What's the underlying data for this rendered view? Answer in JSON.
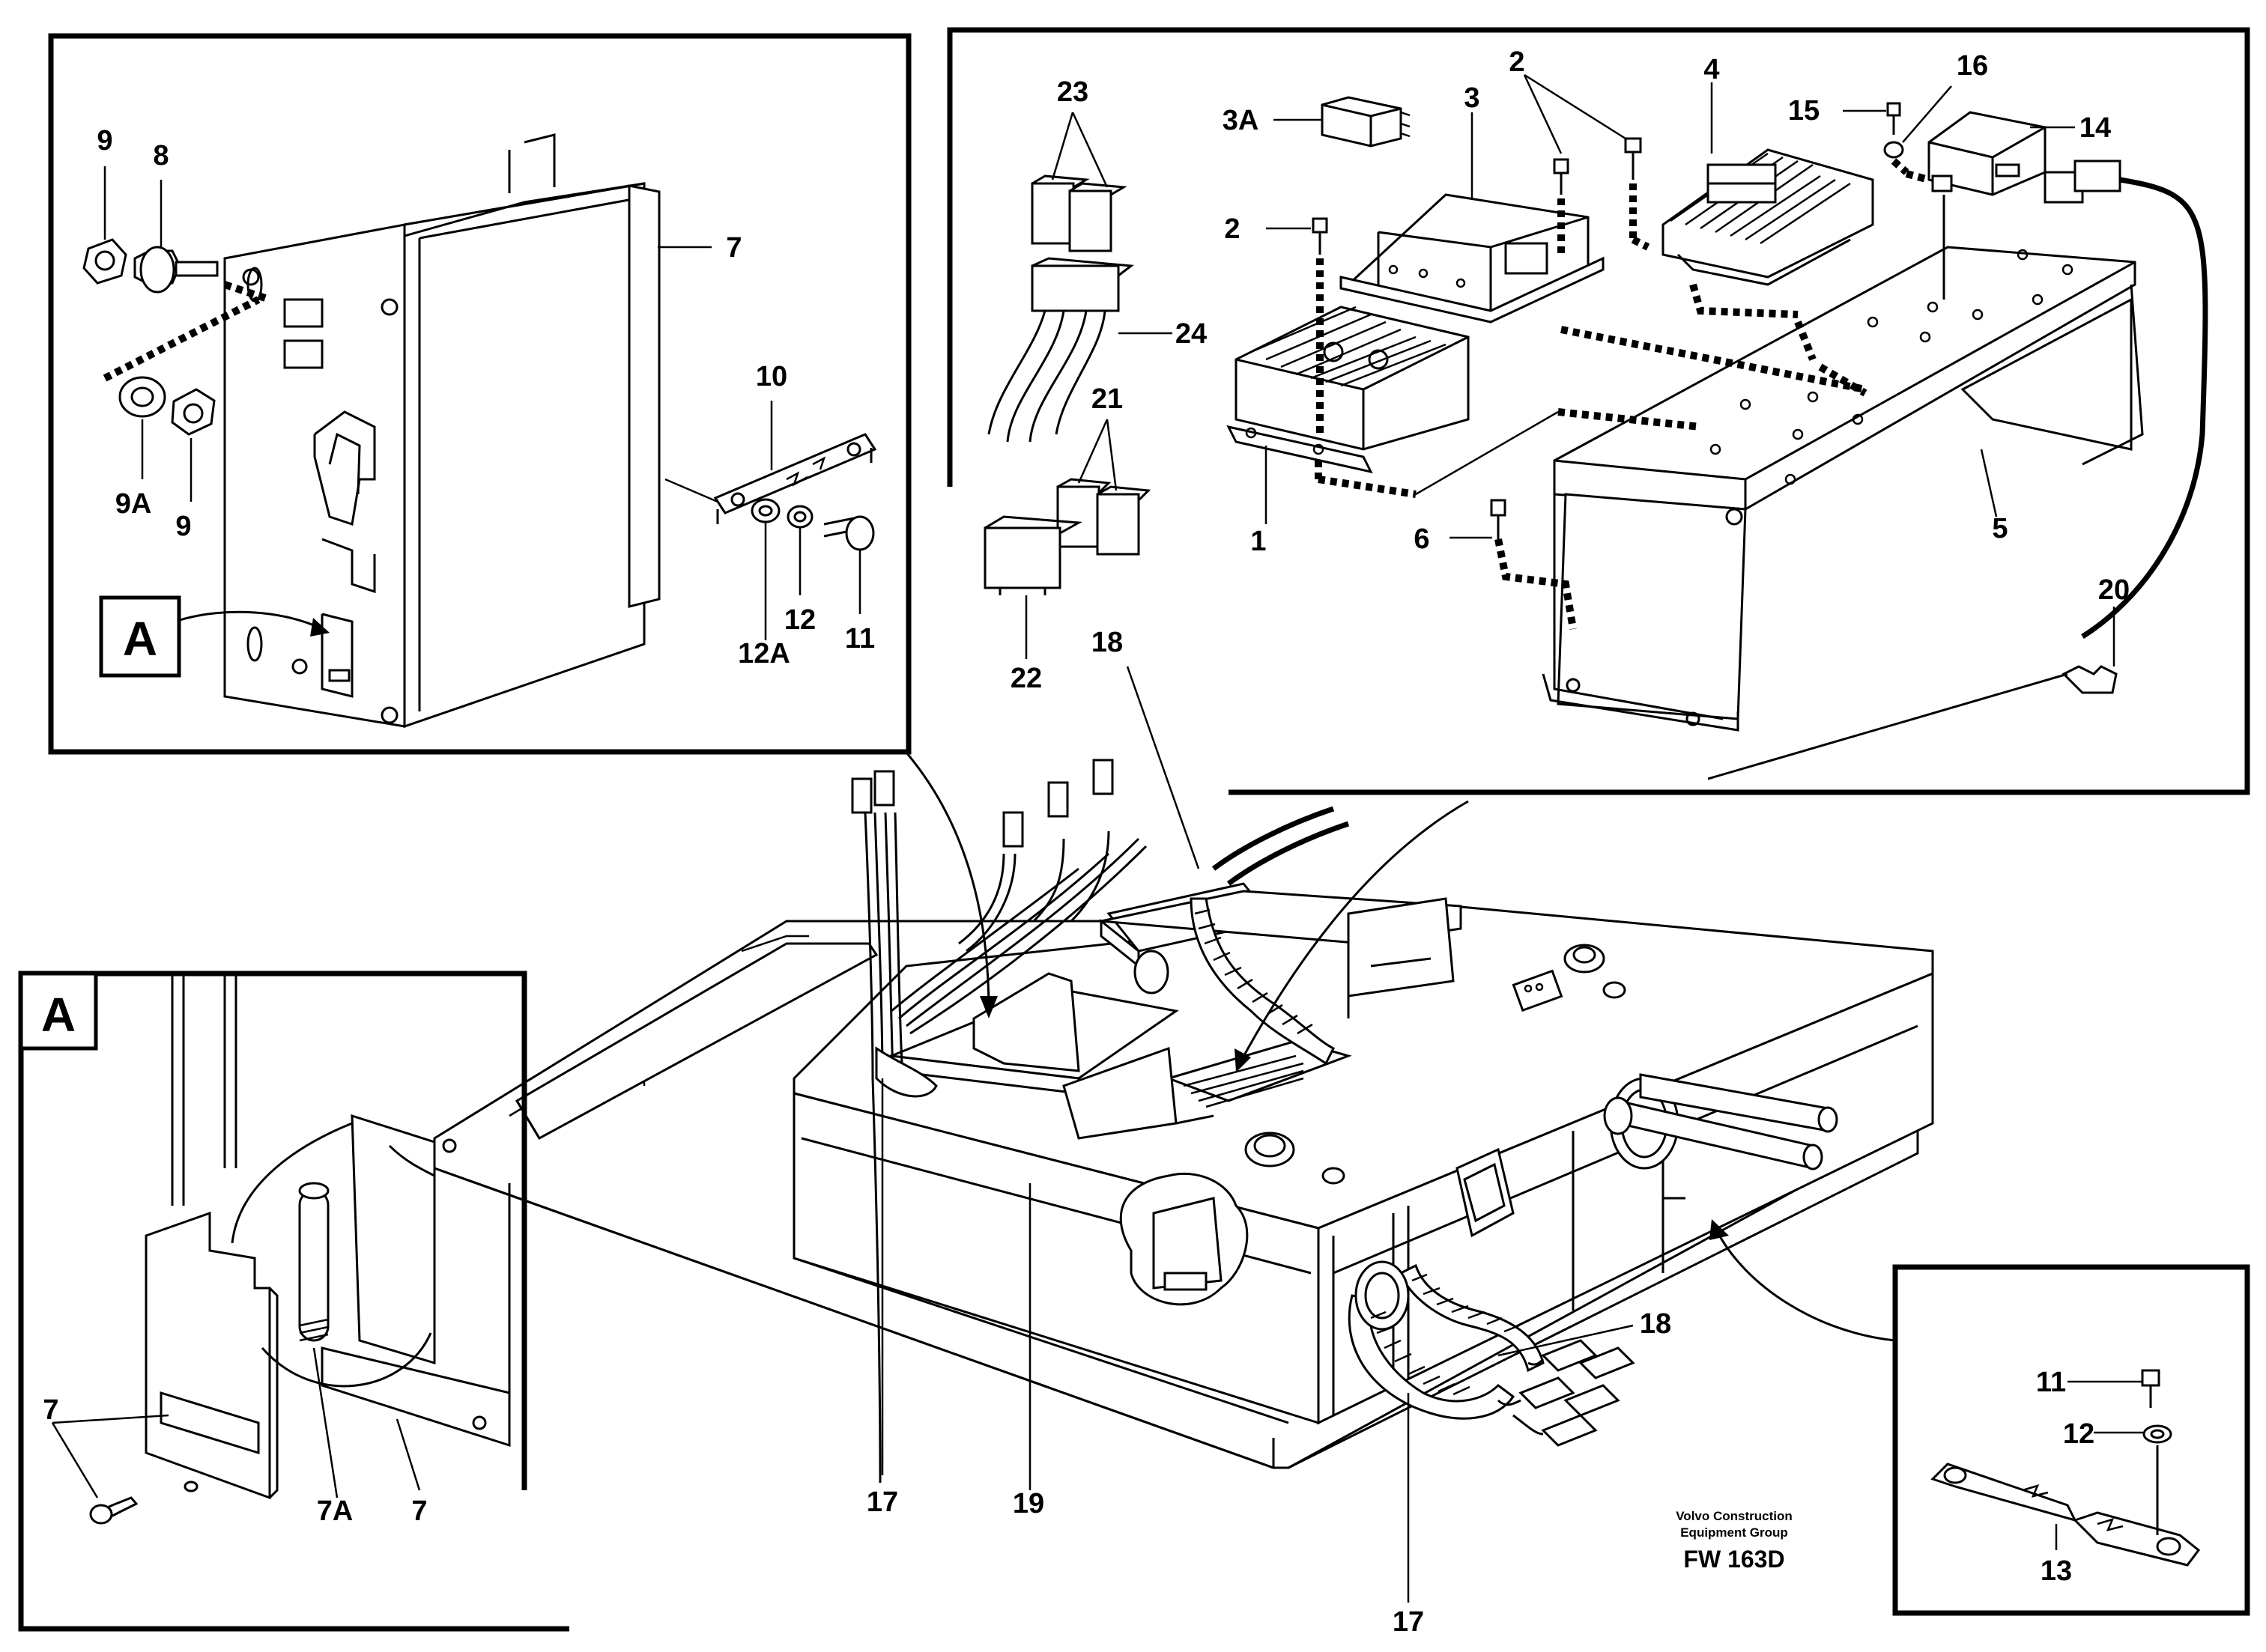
{
  "title_block": {
    "company_line1": "Volvo Construction",
    "company_line2": "Equipment Group",
    "drawing_code": "FW 163D"
  },
  "detail_refs": {
    "detail_a_marker": "A",
    "detail_a_title": "A"
  },
  "labels": {
    "top_left": {
      "p9_top": "9",
      "p8": "8",
      "p7": "7",
      "p10": "10",
      "p9a": "9A",
      "p9_bottom": "9",
      "p12a": "12A",
      "p12": "12",
      "p11": "11"
    },
    "top_right": {
      "p23": "23",
      "p3a": "3A",
      "p3": "3",
      "p2_top": "2",
      "p4": "4",
      "p16": "16",
      "p15": "15",
      "p14": "14",
      "p2_left": "2",
      "p24": "24",
      "p21": "21",
      "p1": "1",
      "p6": "6",
      "p5": "5",
      "p22": "22",
      "p20": "20"
    },
    "main": {
      "p18_top": "18",
      "p18_right": "18",
      "p17_left": "17",
      "p19": "19",
      "p17_bottom": "17"
    },
    "detail_a": {
      "p7_left": "7",
      "p7a": "7A",
      "p7_bottom": "7"
    },
    "bottom_right": {
      "p11": "11",
      "p12": "12",
      "p13": "13"
    }
  }
}
